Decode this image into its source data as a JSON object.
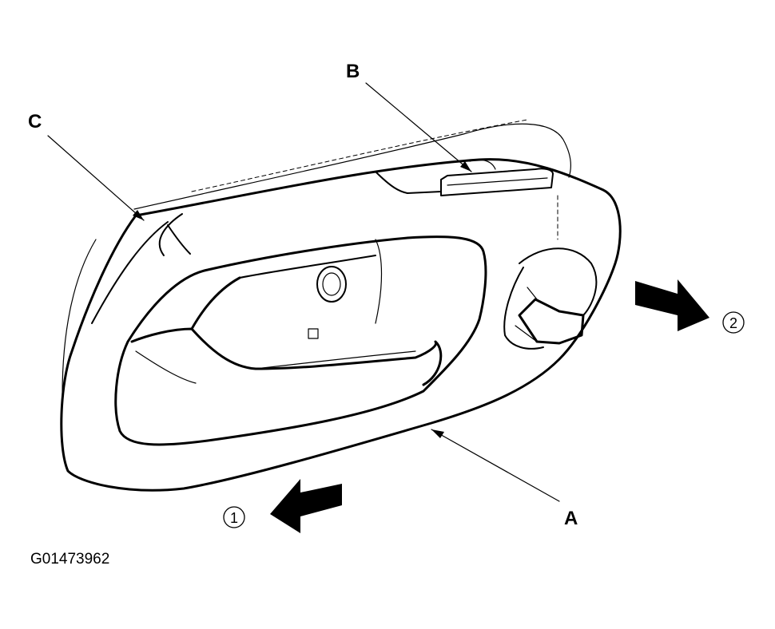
{
  "labels": {
    "a": "A",
    "b": "B",
    "c": "C"
  },
  "steps": {
    "one": "1",
    "two": "2"
  },
  "figure_id": "G01473962"
}
